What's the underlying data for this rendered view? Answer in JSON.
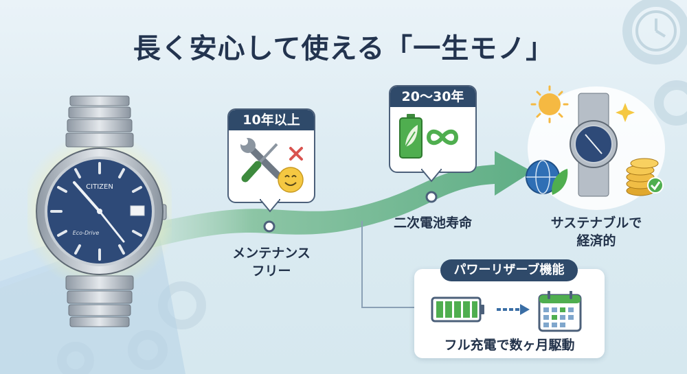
{
  "title": "長く安心して使える「一生モノ」",
  "watch": {
    "brand": "CITIZEN",
    "model_text": "Eco-Drive",
    "dial_color": "#2e4a78"
  },
  "milestones": [
    {
      "badge": "10年以上",
      "label_line1": "メンテナンス",
      "label_line2": "フリー"
    },
    {
      "badge": "20〜30年",
      "label_line1": "二次電池寿命"
    },
    {
      "label_line1": "サステナブルで",
      "label_line2": "経済的"
    }
  ],
  "reserve": {
    "title": "パワーリザーブ機能",
    "caption": "フル充電で数ヶ月駆動"
  },
  "colors": {
    "path_green": "#5fae85",
    "badge_navy": "#2f4a6a",
    "battery_green": "#4fae4f",
    "accent_blue": "#2f6fb5"
  }
}
